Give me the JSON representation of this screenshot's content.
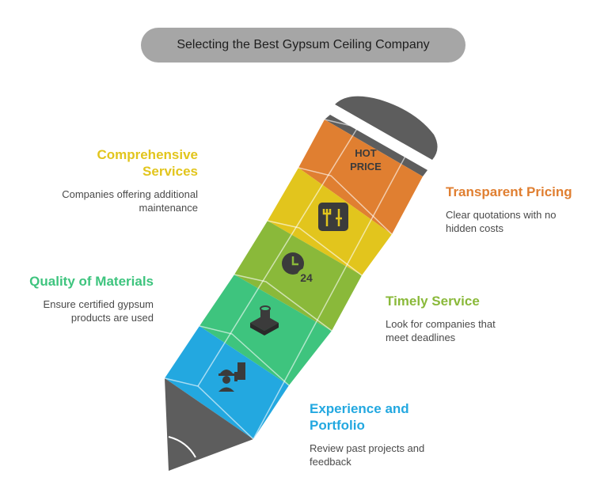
{
  "title": "Selecting the Best Gypsum Ceiling Company",
  "colors": {
    "orange": "#e07f31",
    "yellow": "#e2c51d",
    "green": "#8ab93a",
    "teal": "#3ec47e",
    "blue": "#23a8e0",
    "gray": "#666666"
  },
  "items": [
    {
      "id": "comprehensive",
      "heading": "Comprehensive Services",
      "description": "Companies offering additional maintenance",
      "icon": "tools-icon"
    },
    {
      "id": "transparent",
      "heading": "Transparent Pricing",
      "description": "Clear quotations with no hidden costs",
      "icon": "hot-price-icon",
      "icon_text": [
        "HOT",
        "PRICE"
      ]
    },
    {
      "id": "quality",
      "heading": "Quality of Materials",
      "description": "Ensure certified gypsum products are used",
      "icon": "materials-icon"
    },
    {
      "id": "timely",
      "heading": "Timely Service",
      "description": "Look for companies that meet deadlines",
      "icon": "clock-24-icon",
      "icon_text": "24"
    },
    {
      "id": "experience",
      "heading": "Experience and Portfolio",
      "description": "Review past projects and feedback",
      "icon": "worker-icon"
    }
  ]
}
